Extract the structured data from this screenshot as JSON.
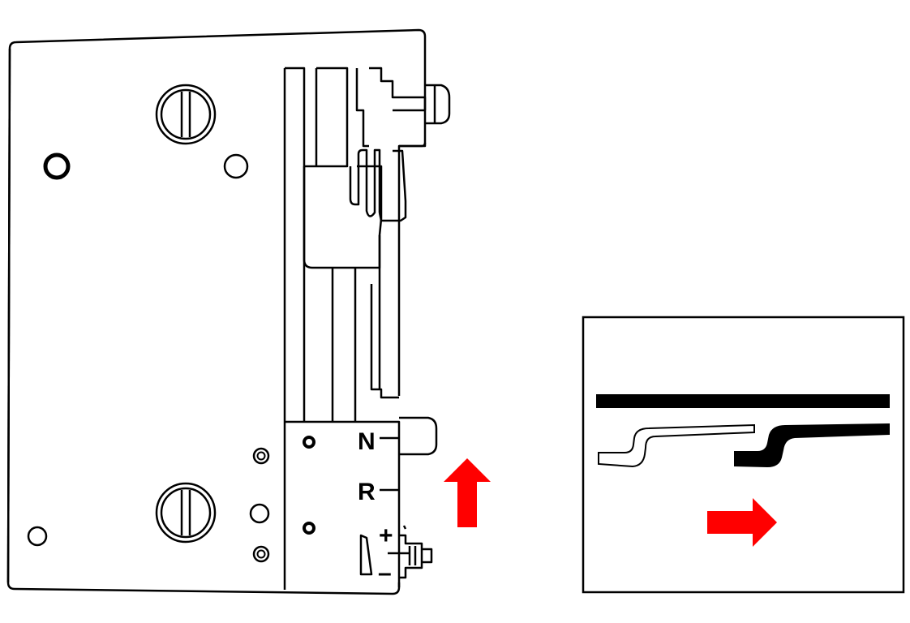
{
  "labels": {
    "n": "N",
    "r": "R",
    "plus": "+",
    "minus": "–"
  },
  "colors": {
    "line": "#000000",
    "background": "#ffffff",
    "arrow": "#ff0000"
  },
  "arrows": {
    "main_direction": "up",
    "inset_direction": "right"
  }
}
